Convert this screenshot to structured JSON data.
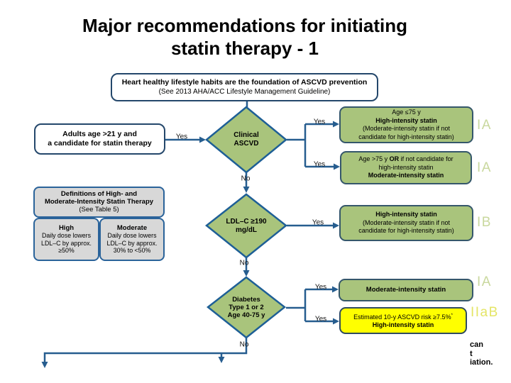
{
  "slide": {
    "title_line1": "Major recommendations for initiating",
    "title_line2": "statin therapy - 1"
  },
  "lifestyle_box": {
    "l1": "Heart healthy lifestyle habits are the foundation of ASCVD prevention",
    "l2": "(See 2013 AHA/ACC Lifestyle Management Guideline)"
  },
  "adults_box": {
    "l1": "Adults age >21 y and",
    "l2": "a candidate for statin therapy"
  },
  "labels": {
    "yes": "Yes",
    "no": "No"
  },
  "diamonds": {
    "clinical": {
      "l1": "Clinical",
      "l2": "ASCVD"
    },
    "ldl": {
      "l1": "LDL–C ≥190",
      "l2": "mg/dL"
    },
    "diabetes": {
      "l1": "Diabetes",
      "l2": "Type 1 or 2",
      "l3": "Age 40-75 y"
    }
  },
  "outcomes": {
    "age_le_75": {
      "l1": "Age ≤75 y",
      "l2": "High-intensity statin",
      "l3": "(Moderate-intensity statin if not",
      "l4": "candidate for high-intensity statin)",
      "grade": "IA"
    },
    "age_gt_75": {
      "l1a": "Age >75 y ",
      "l1b": "OR",
      "l1c": " if not candidate for",
      "l2": "high-intensity statin",
      "l3": "Moderate-intensity statin",
      "grade": "IA"
    },
    "ldl_high": {
      "l1": "High-intensity statin",
      "l2": "(Moderate-intensity statin if not",
      "l3": "candidate for high-intensity statin)",
      "grade": "IB"
    },
    "diabetes_moderate": {
      "l1": "Moderate-intensity statin",
      "grade": "IA"
    },
    "diabetes_high": {
      "l1": "Estimated 10-y ASCVD risk ≥7.5%",
      "sup": "*",
      "l2": "High-intensity statin",
      "grade": "IIaB"
    }
  },
  "definitions": {
    "header": {
      "l1": "Definitions of High- and",
      "l2": "Moderate-Intensity Statin Therapy",
      "l3": "(See Table 5)"
    },
    "high": {
      "title": "High",
      "l1": "Daily dose lowers",
      "l2": "LDL–C by approx.",
      "l3": "≥50%"
    },
    "moderate": {
      "title": "Moderate",
      "l1": "Daily dose lowers",
      "l2": "LDL–C by approx.",
      "l3": "30% to <50%"
    }
  },
  "logo": {
    "l1": "can",
    "l2": "t",
    "l3": "iation."
  },
  "colors": {
    "line_blue": "#265d8f",
    "box_border_navy": "#24476b",
    "diamond_green": "#a9c47c",
    "box_yellow": "#ffff00",
    "box_gray": "#d8d8d8",
    "grade_green": "#c9d89e",
    "grade_yellow": "#e4e566"
  }
}
